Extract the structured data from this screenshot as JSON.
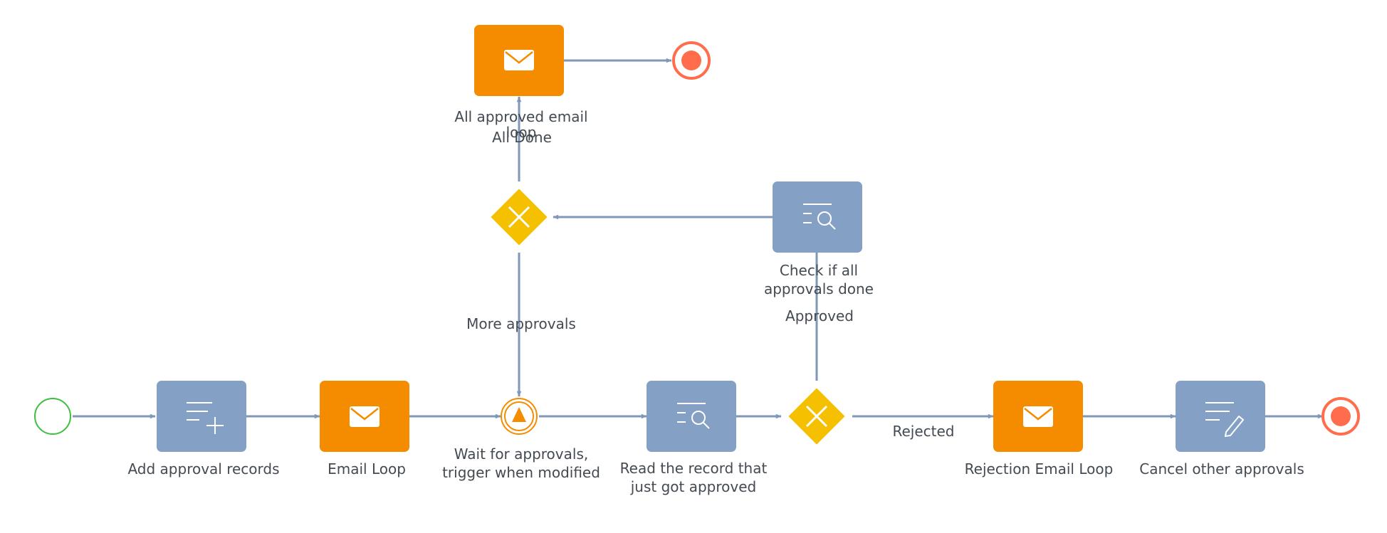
{
  "colors": {
    "task": "#84a0c4",
    "email": "#f58c00",
    "gateway": "#f5c000",
    "flow": "#7f97b8",
    "start": "#3fbf3f",
    "end_ring": "#ff6d4d",
    "end_dot": "#ff6d4d",
    "text": "#444a52"
  },
  "nodes": {
    "start": {
      "label": ""
    },
    "add_records": {
      "label": [
        "Add approval records"
      ],
      "icon": "list-add-icon"
    },
    "email_loop": {
      "label": [
        "Email Loop"
      ],
      "icon": "envelope-icon"
    },
    "wait": {
      "label": [
        "Wait for approvals,",
        "trigger when modified"
      ],
      "icon": "signal-triangle-icon"
    },
    "read_record": {
      "label": [
        "Read the record that",
        "just got approved"
      ],
      "icon": "list-search-icon"
    },
    "gateway_main": {
      "label": [],
      "icon": "x-icon"
    },
    "rejection_email": {
      "label": [
        "Rejection Email Loop"
      ],
      "icon": "envelope-icon"
    },
    "cancel_others": {
      "label": [
        "Cancel other approvals"
      ],
      "icon": "list-edit-icon"
    },
    "end_bottom": {
      "label": []
    },
    "check_done": {
      "label": [
        "Check if all",
        "approvals done"
      ],
      "icon": "list-search-icon"
    },
    "gateway_top": {
      "label": [],
      "icon": "x-icon"
    },
    "all_approved_email": {
      "label": [
        "All approved email",
        "loop"
      ],
      "icon": "envelope-icon"
    },
    "end_top": {
      "label": []
    }
  },
  "flow_labels": {
    "all_done": "All Done",
    "more_approvals": "More approvals",
    "approved": "Approved",
    "rejected": "Rejected"
  }
}
